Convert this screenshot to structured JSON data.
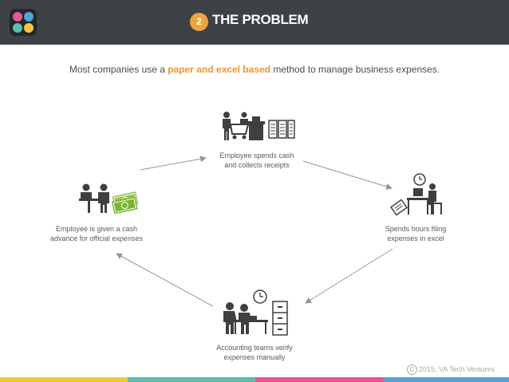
{
  "header": {
    "step_number": "2",
    "title": "THE PROBLEM"
  },
  "intro": {
    "prefix": "Most companies use a ",
    "highlight": "paper and excel based",
    "suffix": " method to manage business expenses."
  },
  "steps": [
    {
      "id": "spend",
      "line1": "Employee spends cash",
      "line2": "and collects receipts",
      "icon": "shopping-receipts-icon"
    },
    {
      "id": "excel",
      "line1": "Spends hours filing",
      "line2": "expenses in excel",
      "icon": "computer-work-icon"
    },
    {
      "id": "verify",
      "line1": "Accounting teams verify",
      "line2": "expenses manually",
      "icon": "accounting-team-icon"
    },
    {
      "id": "advance",
      "line1": "Employee is given a cash",
      "line2": "advance for official expenses",
      "icon": "cash-advance-icon"
    }
  ],
  "footer": {
    "copyright_symbol": "C",
    "copyright_text": "2015, VA Tech Ventures"
  },
  "colors": {
    "header_bg": "#3e4145",
    "accent": "#f0962e",
    "icon": "#3f3f3f",
    "money": "#8dc63f",
    "stripes": [
      "#f5c542",
      "#5bbfb0",
      "#e8578f",
      "#4fa3d9"
    ]
  }
}
